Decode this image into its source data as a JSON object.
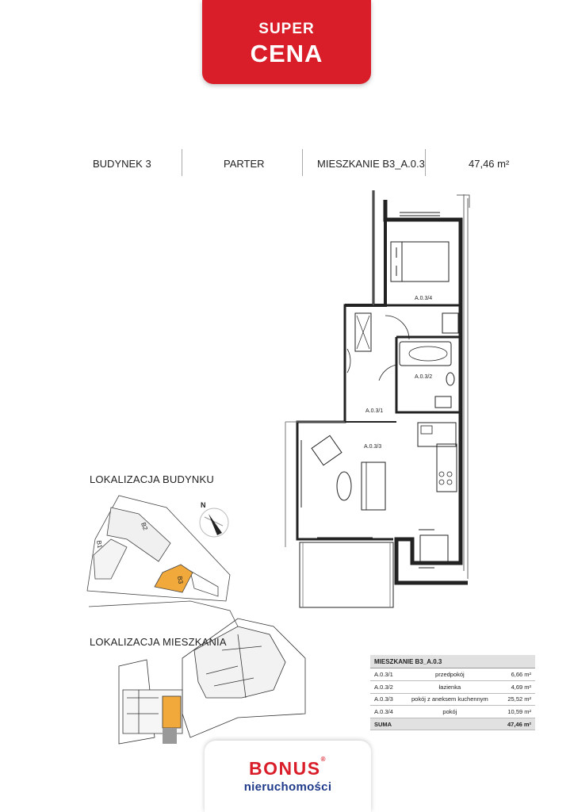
{
  "badge": {
    "line1": "SUPER",
    "line2": "CENA"
  },
  "header": {
    "building": "BUDYNEK 3",
    "floor": "PARTER",
    "apartment": "MIESZKANIE B3_A.0.3",
    "area": "47,46 m²"
  },
  "rooms": {
    "r1": "A.0.3/1",
    "r2": "A.0.3/2",
    "r3": "A.0.3/3",
    "r4": "A.0.3/4"
  },
  "sections": {
    "building_location": "LOKALIZACJA BUDYNKU",
    "apartment_location": "LOKALIZACJA MIESZKANIA"
  },
  "map": {
    "north": "N",
    "b1": "B1",
    "b2": "B2",
    "b3": "B3"
  },
  "summary": {
    "title": "MIESZKANIE B3_A.0.3",
    "rows": [
      {
        "code": "A.0.3/1",
        "name": "przedpokój",
        "area": "6,66 m²"
      },
      {
        "code": "A.0.3/2",
        "name": "łazienka",
        "area": "4,69 m²"
      },
      {
        "code": "A.0.3/3",
        "name": "pokój z aneksem kuchennym",
        "area": "25,52 m²"
      },
      {
        "code": "A.0.3/4",
        "name": "pokój",
        "area": "10,59 m²"
      }
    ],
    "total_label": "SUMA",
    "total_area": "47,46 m²"
  },
  "logo": {
    "brand": "BONUS",
    "reg": "®",
    "sub": "nieruchomości"
  },
  "colors": {
    "brand_red": "#d91e2a",
    "brand_blue": "#1f3a8a",
    "highlight": "#f2a93b"
  }
}
